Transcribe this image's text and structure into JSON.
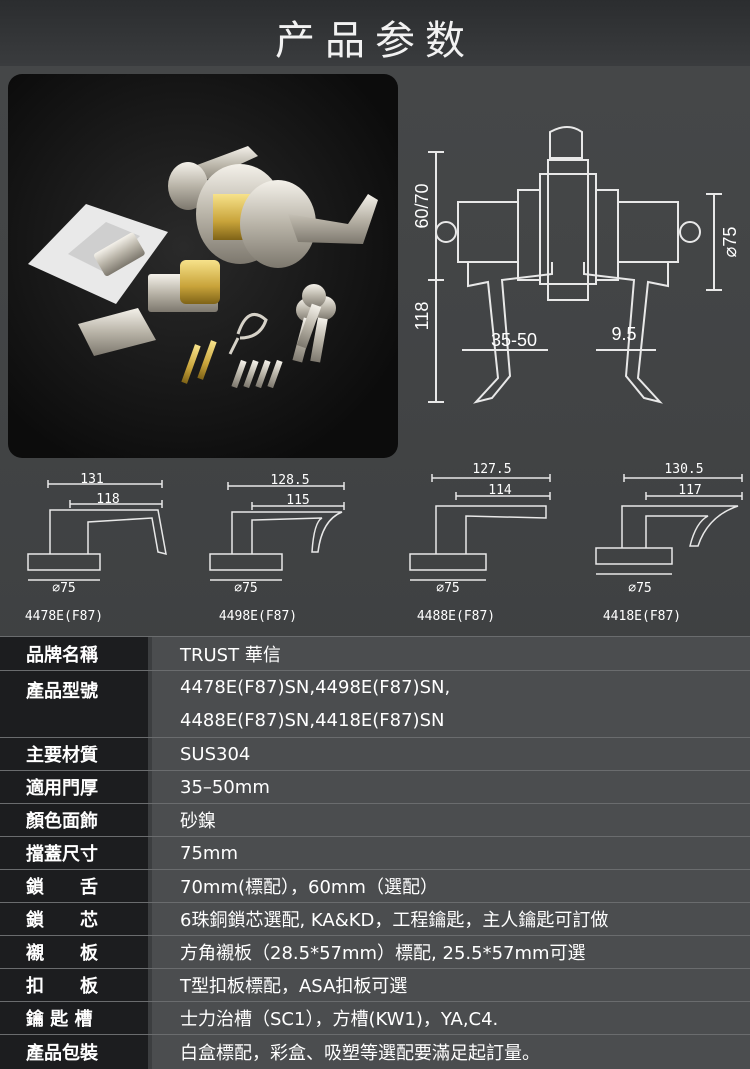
{
  "header": {
    "title": "产品参数"
  },
  "main_diagram": {
    "dim_top": "60/70",
    "dim_side": "118",
    "dim_backset": "35-50",
    "dim_depth": "9.5",
    "dim_diameter": "⌀75"
  },
  "models": [
    {
      "name": "4478E(F87)",
      "overall": "131",
      "lever": "118",
      "rose": "⌀75"
    },
    {
      "name": "4498E(F87)",
      "overall": "128.5",
      "lever": "115",
      "rose": "⌀75"
    },
    {
      "name": "4488E(F87)",
      "overall": "127.5",
      "lever": "114",
      "rose": "⌀75"
    },
    {
      "name": "4418E(F87)",
      "overall": "130.5",
      "lever": "117",
      "rose": "⌀75"
    }
  ],
  "specs": [
    {
      "label": "品牌名稱",
      "value": [
        "TRUST 華信"
      ]
    },
    {
      "label": "產品型號",
      "value": [
        "4478E(F87)SN,4498E(F87)SN,",
        "4488E(F87)SN,4418E(F87)SN"
      ]
    },
    {
      "label": "主要材質",
      "value": [
        "SUS304"
      ]
    },
    {
      "label": "適用門厚",
      "value": [
        "35–50mm"
      ]
    },
    {
      "label": "顏色面飾",
      "value": [
        "砂鎳"
      ]
    },
    {
      "label": "擋蓋尺寸",
      "value": [
        "75mm"
      ]
    },
    {
      "label": "鎖　　舌",
      "value": [
        "70mm(標配），60mm（選配）"
      ]
    },
    {
      "label": "鎖　　芯",
      "value": [
        "6珠銅鎖芯選配, KA&KD，工程鑰匙，主人鑰匙可訂做"
      ]
    },
    {
      "label": "襯　　板",
      "value": [
        "方角襯板（28.5*57mm）標配, 25.5*57mm可選"
      ]
    },
    {
      "label": "扣　　板",
      "value": [
        "T型扣板標配，ASA扣板可選"
      ]
    },
    {
      "label": "鑰 匙 槽",
      "value": [
        "士力治槽（SC1），方槽(KW1)，YA,C4."
      ]
    },
    {
      "label": "產品包裝",
      "value": [
        "白盒標配，彩盒、吸塑等選配要滿足起訂量。"
      ]
    }
  ]
}
